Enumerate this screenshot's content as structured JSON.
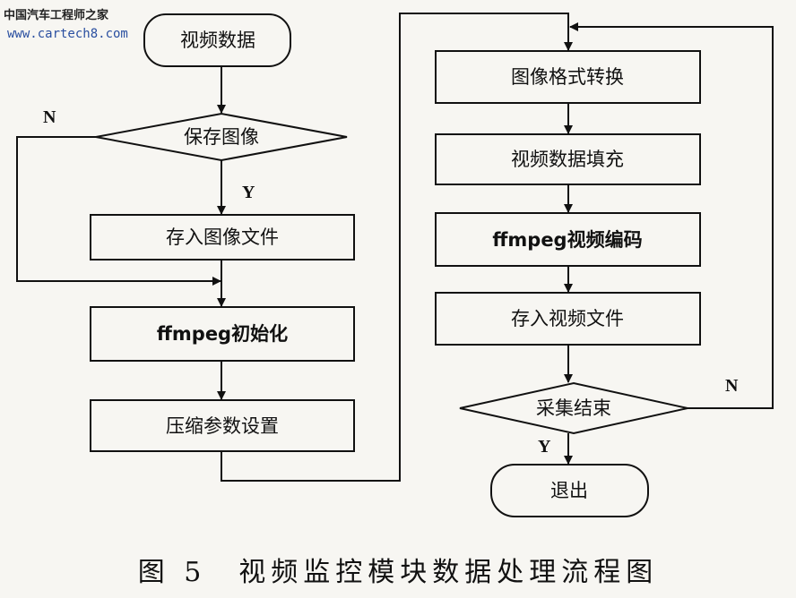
{
  "watermark": {
    "site_name": "中国汽车工程师之家",
    "url": "www.cartech8.com"
  },
  "flowchart": {
    "left_column": {
      "start": "视频数据",
      "decision": "保存图像",
      "save_file": "存入图像文件",
      "init": "ffmpeg初始化",
      "params": "压缩参数设置"
    },
    "right_column": {
      "convert": "图像格式转换",
      "fill": "视频数据填充",
      "encode": "ffmpeg视频编码",
      "save_video": "存入视频文件",
      "decision": "采集结束",
      "end": "退出"
    },
    "branch_labels": {
      "no": "N",
      "yes": "Y"
    }
  },
  "caption": "图 5　视频监控模块数据处理流程图"
}
